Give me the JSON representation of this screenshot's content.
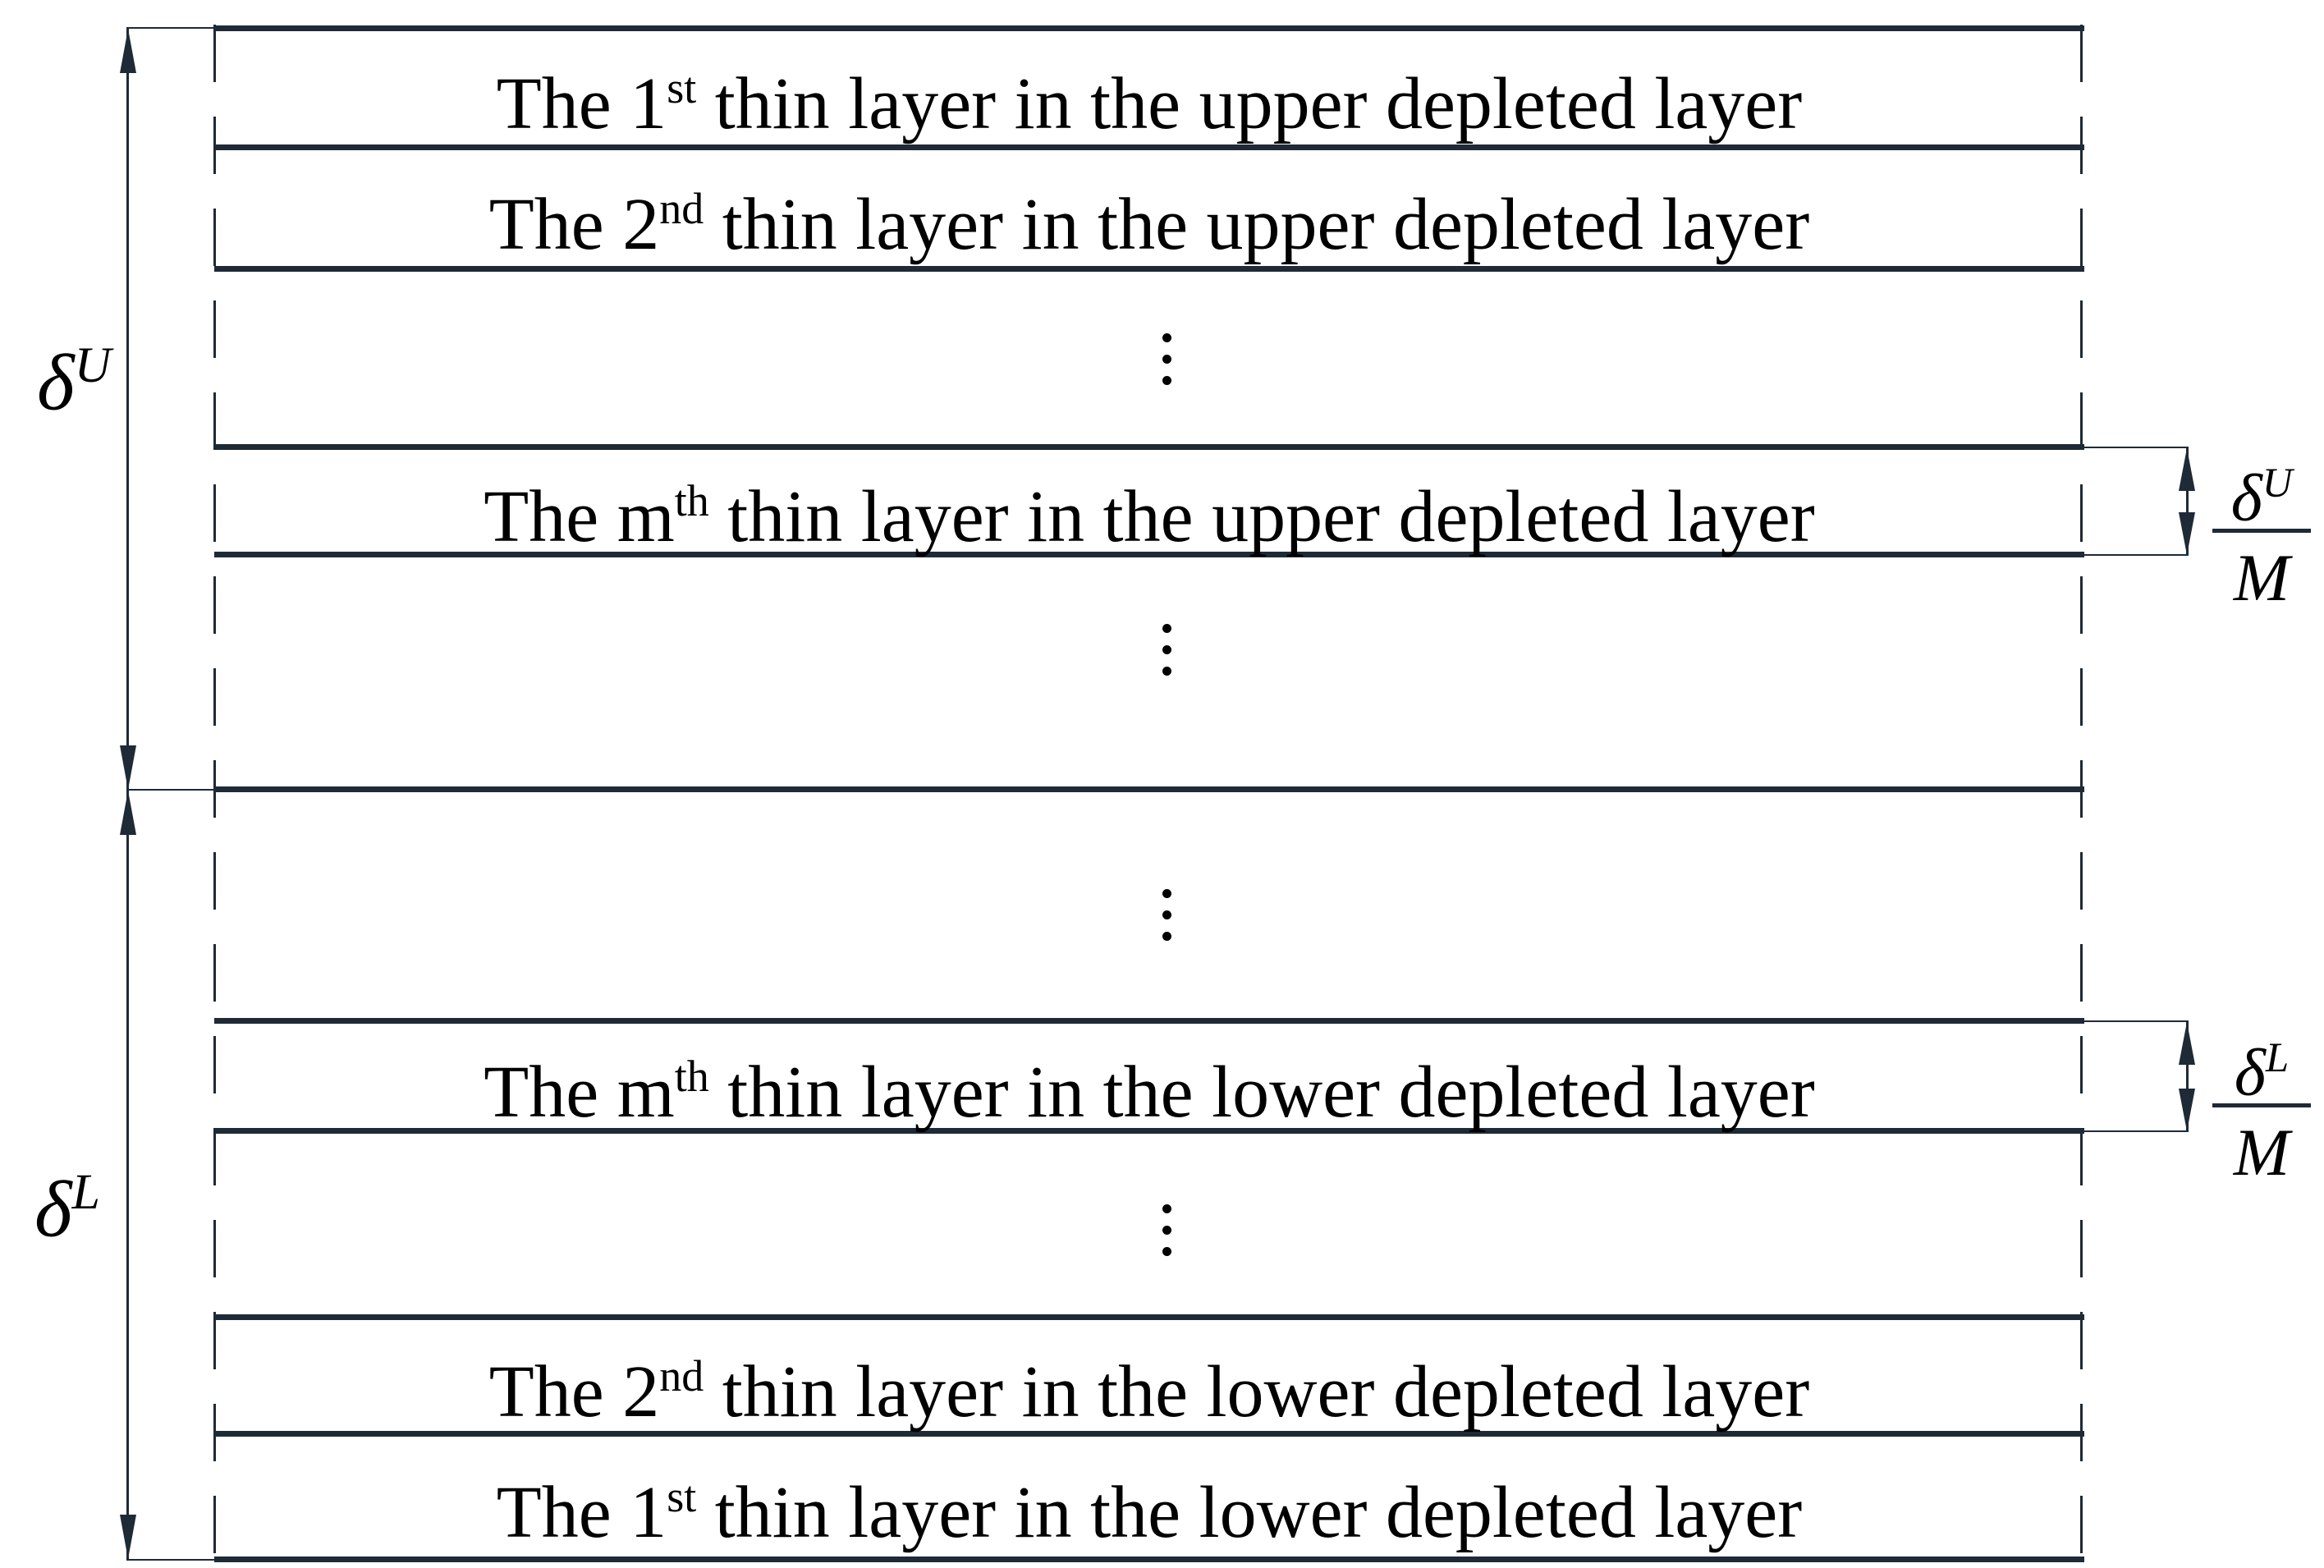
{
  "colors": {
    "line": "#1e2a36",
    "ink": "#000000",
    "background": "#ffffff"
  },
  "left_dimensions": {
    "upper": {
      "symbol": "δ",
      "superscript": "U"
    },
    "lower": {
      "symbol": "δ",
      "superscript": "L"
    }
  },
  "right_dimensions": {
    "upper": {
      "numerator_symbol": "δ",
      "numerator_superscript": "U",
      "denominator": "M"
    },
    "lower": {
      "numerator_symbol": "δ",
      "numerator_superscript": "L",
      "denominator": "M"
    }
  },
  "layer_rows": [
    {
      "prefix": "The 1",
      "superscript": "st",
      "suffix": " thin layer in the upper depleted layer"
    },
    {
      "prefix": "The 2",
      "superscript": "nd",
      "suffix": " thin layer in the upper depleted layer"
    },
    {
      "prefix": "The m",
      "superscript": "th",
      "suffix": " thin layer in the upper depleted layer"
    },
    {
      "prefix": "The m",
      "superscript": "th",
      "suffix": " thin layer in the lower depleted layer"
    },
    {
      "prefix": "The 2",
      "superscript": "nd",
      "suffix": " thin layer in the lower depleted layer"
    },
    {
      "prefix": "The 1",
      "superscript": "st",
      "suffix": " thin layer in the lower depleted layer"
    }
  ]
}
